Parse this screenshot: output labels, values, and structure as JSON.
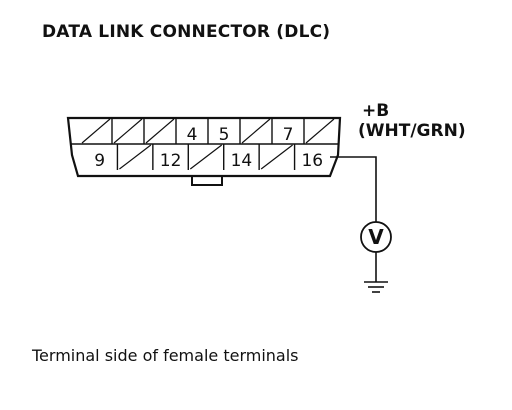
{
  "diagram": {
    "title": "DATA LINK CONNECTOR (DLC)",
    "supply_label": "+B",
    "wire_color_label": "(WHT/GRN)",
    "caption": "Terminal side of female terminals",
    "meter_symbol": "V",
    "top_row": [
      "",
      "",
      "",
      "4",
      "5",
      "",
      "7",
      ""
    ],
    "bottom_row": [
      "9",
      "",
      "12",
      "",
      "14",
      "",
      "16"
    ],
    "top_hatched": [
      true,
      true,
      true,
      false,
      false,
      true,
      false,
      true
    ],
    "bottom_hatched": [
      false,
      true,
      false,
      true,
      false,
      true,
      false
    ]
  }
}
